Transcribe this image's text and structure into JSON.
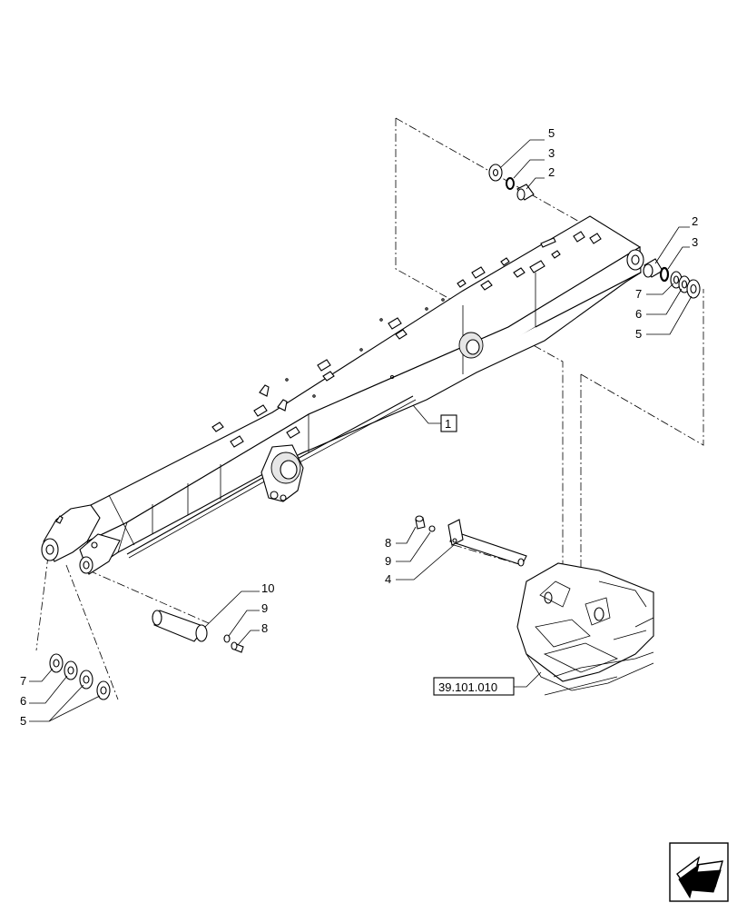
{
  "diagram": {
    "main_part_label": "1",
    "reference_label": "39.101.010",
    "callouts": {
      "top_washer_5": "5",
      "top_ring_3": "3",
      "top_bushing_2": "2",
      "right_bushing_2": "2",
      "right_ring_3": "3",
      "right_shim_7": "7",
      "right_shim_6": "6",
      "right_washer_5": "5",
      "pin_bolt_8": "8",
      "pin_washer_9": "9",
      "pin_4": "4",
      "pin_10": "10",
      "pin10_washer_9": "9",
      "pin10_bolt_8": "8",
      "left_shim_7": "7",
      "left_shim_6": "6",
      "left_washer_5": "5"
    }
  }
}
